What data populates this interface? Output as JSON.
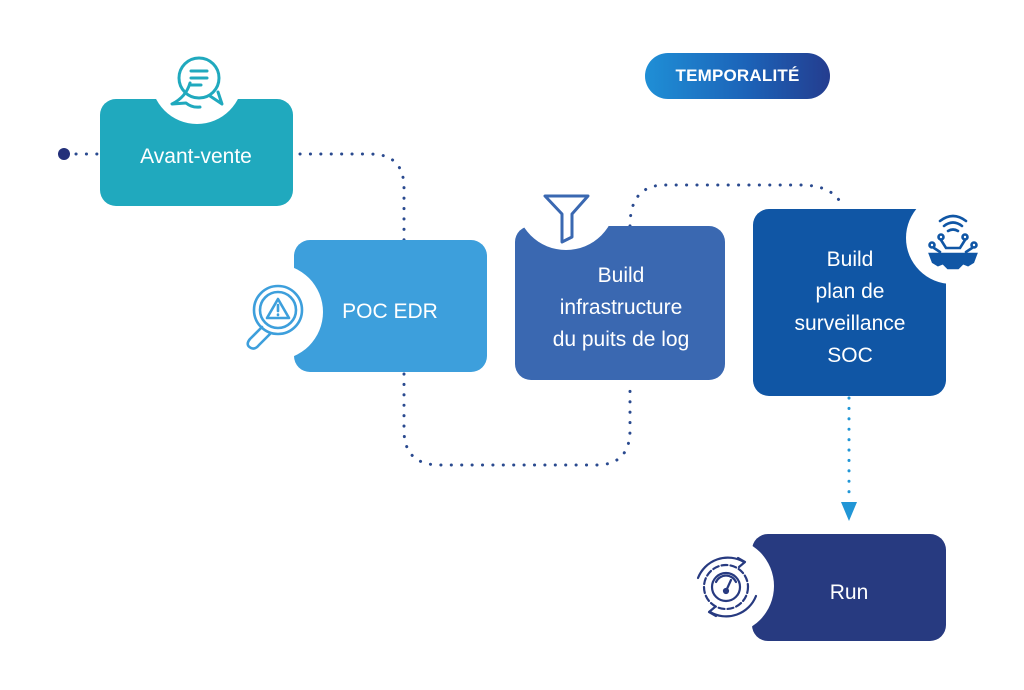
{
  "badge": {
    "label": "TEMPORALITÉ"
  },
  "steps": [
    {
      "id": "avant-vente",
      "lines": [
        "Avant-vente"
      ],
      "icon": "chat-bubbles-icon",
      "color": "#20a9be"
    },
    {
      "id": "poc-edr",
      "lines": [
        "POC EDR"
      ],
      "icon": "magnifier-warning-icon",
      "color": "#3d9fdc"
    },
    {
      "id": "build-infra",
      "lines": [
        "Build",
        "infrastructure",
        "du puits de log"
      ],
      "icon": "funnel-icon",
      "color": "#3a68b1"
    },
    {
      "id": "build-soc",
      "lines": [
        "Build",
        "plan de",
        "surveillance",
        "SOC"
      ],
      "icon": "gear-network-icon",
      "color": "#1056a5"
    },
    {
      "id": "run",
      "lines": [
        "Run"
      ],
      "icon": "gear-gauge-cycle-icon",
      "color": "#273a80"
    }
  ],
  "connector": {
    "dot_color": "#2a4a8f",
    "arrow_color": "#2196d6",
    "start_dot_color": "#23307a"
  }
}
